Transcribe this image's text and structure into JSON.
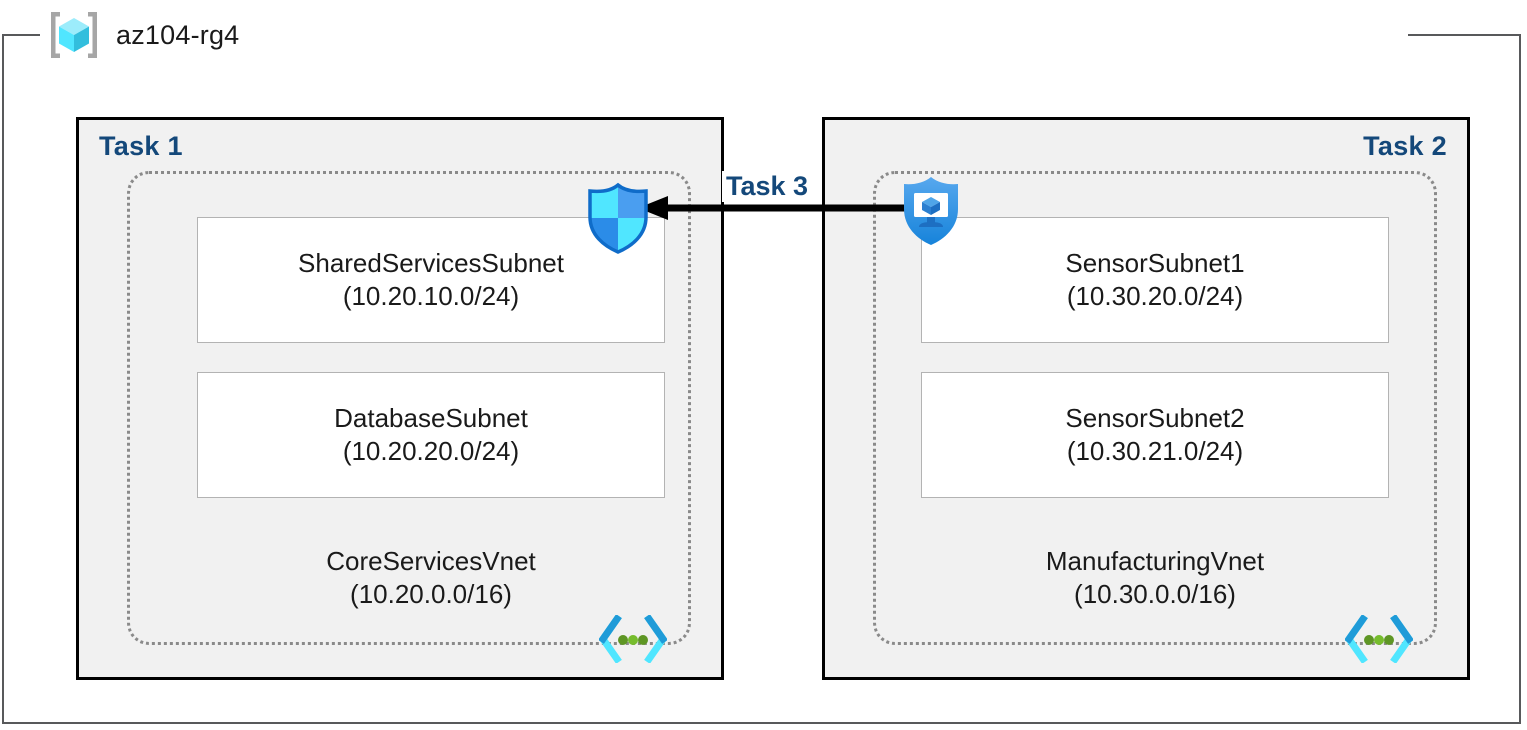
{
  "resource_group": {
    "title": "az104-rg4",
    "icon": "resource-group-cube-icon"
  },
  "connection": {
    "label": "Task 3",
    "arrow_direction": "left",
    "arrow_color": "#000000",
    "icon_source": "defender-shield-icon",
    "icon_target": "nsg-shield-icon"
  },
  "colors": {
    "task_label": "#14487a",
    "panel_background": "#f1f1f1",
    "panel_border": "#000000",
    "vnet_border": "#8a8a8a",
    "subnet_border": "#b3b3b3",
    "frame_border": "#58595b",
    "azure_blue": "#0078d4",
    "azure_cyan": "#50e6ff",
    "vnet_dot_green": "#5e9624"
  },
  "panels": [
    {
      "task_label": "Task 1",
      "label_align": "left",
      "vnet": {
        "name": "CoreServicesVnet",
        "cidr": "(10.20.0.0/16)",
        "icon": "virtual-network-icon"
      },
      "subnets": [
        {
          "name": "SharedServicesSubnet",
          "cidr": "(10.20.10.0/24)"
        },
        {
          "name": "DatabaseSubnet",
          "cidr": "(10.20.20.0/24)"
        }
      ]
    },
    {
      "task_label": "Task 2",
      "label_align": "right",
      "vnet": {
        "name": "ManufacturingVnet",
        "cidr": "(10.30.0.0/16)",
        "icon": "virtual-network-icon"
      },
      "subnets": [
        {
          "name": "SensorSubnet1",
          "cidr": "(10.30.20.0/24)"
        },
        {
          "name": "SensorSubnet2",
          "cidr": "(10.30.21.0/24)"
        }
      ]
    }
  ]
}
